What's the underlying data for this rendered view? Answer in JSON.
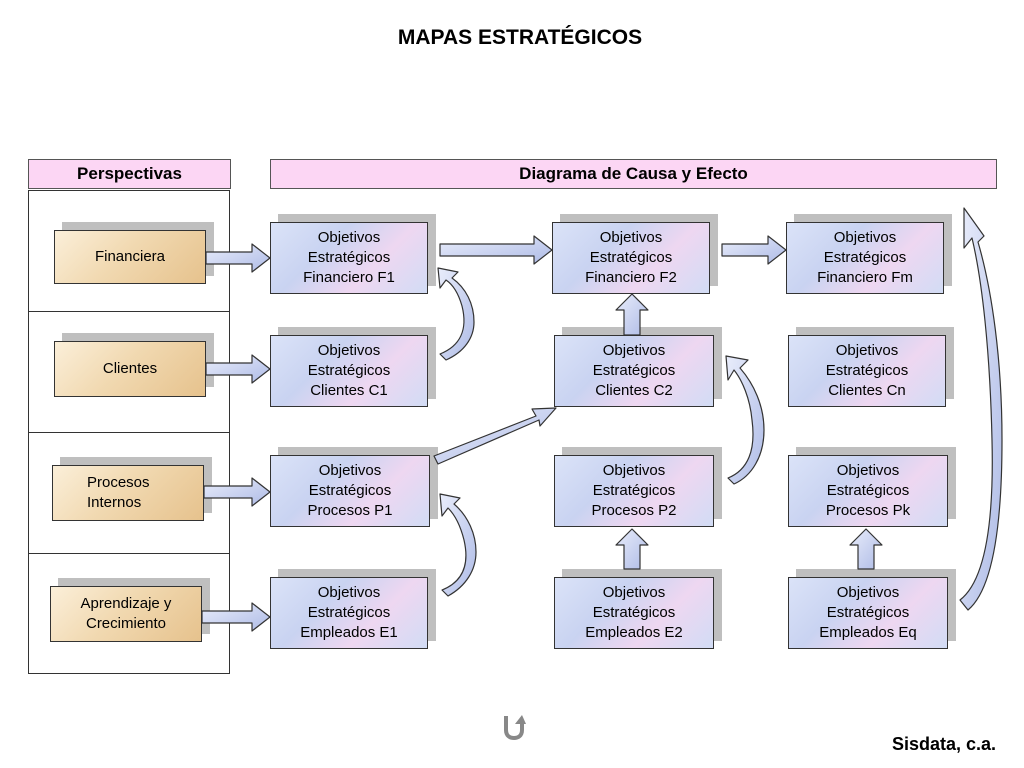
{
  "title": "MAPAS ESTRATÉGICOS",
  "headers": {
    "perspectives": "Perspectivas",
    "diagram": "Diagrama de Causa y Efecto"
  },
  "perspectives": [
    {
      "id": "financiera",
      "lines": [
        "Financiera"
      ]
    },
    {
      "id": "clientes",
      "lines": [
        "Clientes"
      ]
    },
    {
      "id": "procesos",
      "lines": [
        "Procesos",
        "Internos"
      ]
    },
    {
      "id": "aprendizaje",
      "lines": [
        "Aprendizaje y",
        "Crecimiento"
      ]
    }
  ],
  "objectives": {
    "f1": [
      "Objetivos",
      "Estratégicos",
      "Financiero  F1"
    ],
    "f2": [
      "Objetivos",
      "Estratégicos",
      "Financiero  F2"
    ],
    "fm": [
      "Objetivos",
      "Estratégicos",
      "Financiero  Fm"
    ],
    "c1": [
      "Objetivos",
      "Estratégicos",
      "Clientes  C1"
    ],
    "c2": [
      "Objetivos",
      "Estratégicos",
      "Clientes  C2"
    ],
    "cn": [
      "Objetivos",
      "Estratégicos",
      "Clientes  Cn"
    ],
    "p1": [
      "Objetivos",
      "Estratégicos",
      "Procesos P1"
    ],
    "p2": [
      "Objetivos",
      "Estratégicos",
      "Procesos P2"
    ],
    "pk": [
      "Objetivos",
      "Estratégicos",
      "Procesos Pk"
    ],
    "e1": [
      "Objetivos",
      "Estratégicos",
      "Empleados E1"
    ],
    "e2": [
      "Objetivos",
      "Estratégicos",
      "Empleados E2"
    ],
    "eq": [
      "Objetivos",
      "Estratégicos",
      "Empleados Eq"
    ]
  },
  "footer": "Sisdata, c.a.",
  "icons": {
    "return": "return-arrow-icon"
  },
  "colors": {
    "header_bg": "#fcd6f4",
    "arrow_fill": "#c9d3f1"
  }
}
